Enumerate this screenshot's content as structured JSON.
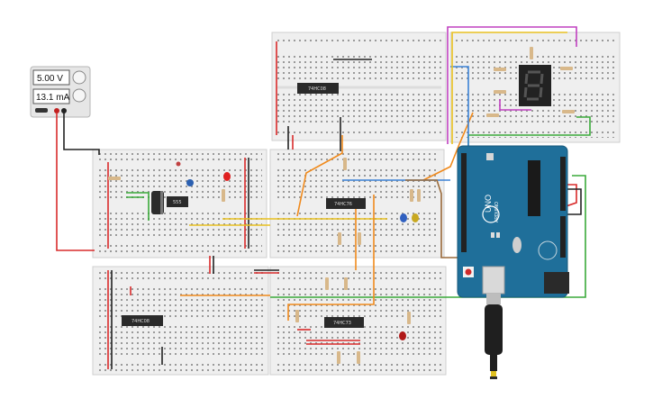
{
  "power_supply": {
    "voltage": "5.00 V",
    "current": "13.1 mA"
  },
  "chips": {
    "top": "74HC08",
    "timer": "555",
    "mid": "74HC76",
    "bottom_left": "74HC08",
    "bottom_mid": "74HC73"
  },
  "arduino": {
    "brand": "ARDUINO",
    "model": "UNO"
  },
  "colors": {
    "wire_red": "#d92b2b",
    "wire_black": "#222222",
    "wire_yellow": "#e8c020",
    "wire_orange": "#f08a1c",
    "wire_green": "#3aaa3a",
    "wire_blue": "#3b82d6",
    "wire_purple": "#c040c0",
    "wire_brown": "#9a6a3a",
    "arduino_teal": "#1f6f9a",
    "breadboard": "#f2f2f2"
  }
}
